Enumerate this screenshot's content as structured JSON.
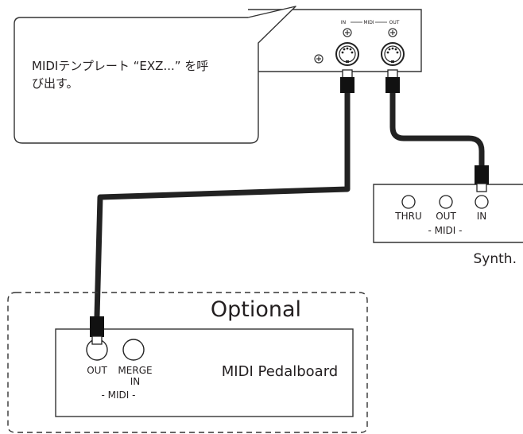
{
  "callout": {
    "line1": "MIDIテンプレート “EXZ...” を呼",
    "line2": "び出す。"
  },
  "instrument": {
    "midi_in_label": "IN",
    "midi_label": "MIDI",
    "midi_out_label": "OUT"
  },
  "synth": {
    "thru_label": "THRU",
    "out_label": "OUT",
    "in_label": "IN",
    "midi_label": "- MIDI -",
    "name": "Synth."
  },
  "optional_group": {
    "title": "Optional"
  },
  "pedalboard": {
    "out_label": "OUT",
    "merge_label_line1": "MERGE",
    "merge_label_line2": "IN",
    "midi_label": "- MIDI -",
    "name": "MIDI Pedalboard"
  }
}
